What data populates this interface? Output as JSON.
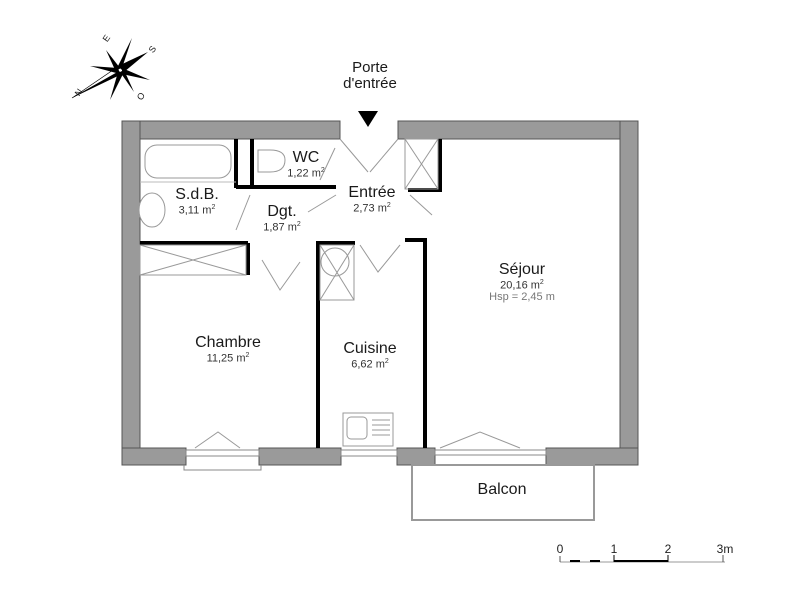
{
  "entrance": {
    "label_line1": "Porte",
    "label_line2": "d'entrée",
    "arrow": "down-triangle"
  },
  "compass": {
    "icon": "compass-rose-icon",
    "labels": {
      "north": "N",
      "east": "E",
      "south": "S",
      "west": "O"
    }
  },
  "rooms": [
    {
      "name": "S.d.B.",
      "area": "3,11 m",
      "unit_sup": "2"
    },
    {
      "name": "WC",
      "area": "1,22 m",
      "unit_sup": "2"
    },
    {
      "name": "Entrée",
      "area": "2,73 m",
      "unit_sup": "2"
    },
    {
      "name": "Dgt.",
      "area": "1,87 m",
      "unit_sup": "2"
    },
    {
      "name": "Séjour",
      "area": "20,16 m",
      "unit_sup": "2",
      "extra": "Hsp = 2,45 m"
    },
    {
      "name": "Chambre",
      "area": "11,25 m",
      "unit_sup": "2"
    },
    {
      "name": "Cuisine",
      "area": "6,62 m",
      "unit_sup": "2"
    },
    {
      "name": "Balcon"
    }
  ],
  "scale_bar": {
    "ticks": [
      "0",
      "1",
      "2",
      "3m"
    ]
  },
  "colors": {
    "outer_wall": "#9a9a9a",
    "outer_wall_border": "#555555",
    "inner_wall": "#000000",
    "fixture_line": "#888888"
  }
}
